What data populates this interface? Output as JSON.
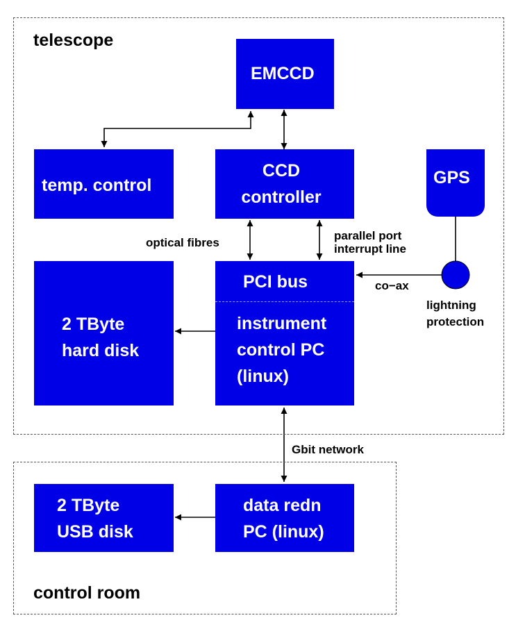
{
  "regions": {
    "telescope": "telescope",
    "control_room": "control room"
  },
  "boxes": {
    "emccd": "EMCCD",
    "temp_control": "temp. control",
    "ccd_controller": "CCD\ncontroller",
    "gps": "GPS",
    "hard_disk": "2 TByte\nhard disk",
    "pci_bus": "PCI bus",
    "instrument_pc": "instrument\ncontrol PC\n(linux)",
    "usb_disk": "2 TByte\nUSB disk",
    "data_redn_pc": "data redn\nPC (linux)"
  },
  "connection_labels": {
    "optical_fibres": "optical fibres",
    "parallel_port": "parallel port\ninterrupt line",
    "co_ax": "co−ax",
    "lightning": "lightning\nprotection",
    "gbit_network": "Gbit network"
  },
  "colors": {
    "box_fill": "#0000e6",
    "box_text": "#ffffff",
    "line": "#000000",
    "region_border": "#555555"
  }
}
